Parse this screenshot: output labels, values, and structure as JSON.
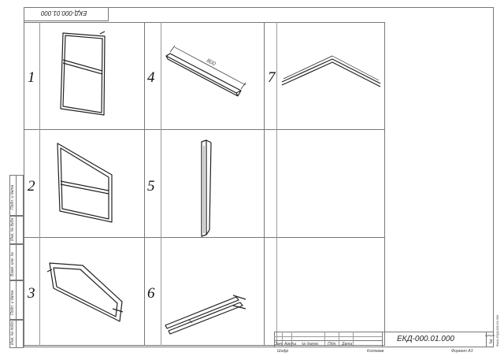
{
  "top_code": "ЕКД-000.01.000",
  "panel_numbers": [
    "1",
    "2",
    "3",
    "4",
    "5",
    "6",
    "7"
  ],
  "dimension_label": "800",
  "left_strip": [
    "Подп. и дата",
    "Инв. № дубл.",
    "Взам. инв. №",
    "Подп. и дата",
    "Инв. № подл."
  ],
  "title_block": {
    "code": "ЕКД-000.01.000",
    "sheet_label": "Аркуш",
    "sheet_number": "3",
    "columns": [
      "Змн.",
      "Аркуш",
      "№ докум.",
      "Підп.",
      "Дата"
    ],
    "bottom": [
      "Шифр",
      "Копіював",
      "Формат А3"
    ],
    "side_note": "Файл ЕКД-000.01.000"
  }
}
